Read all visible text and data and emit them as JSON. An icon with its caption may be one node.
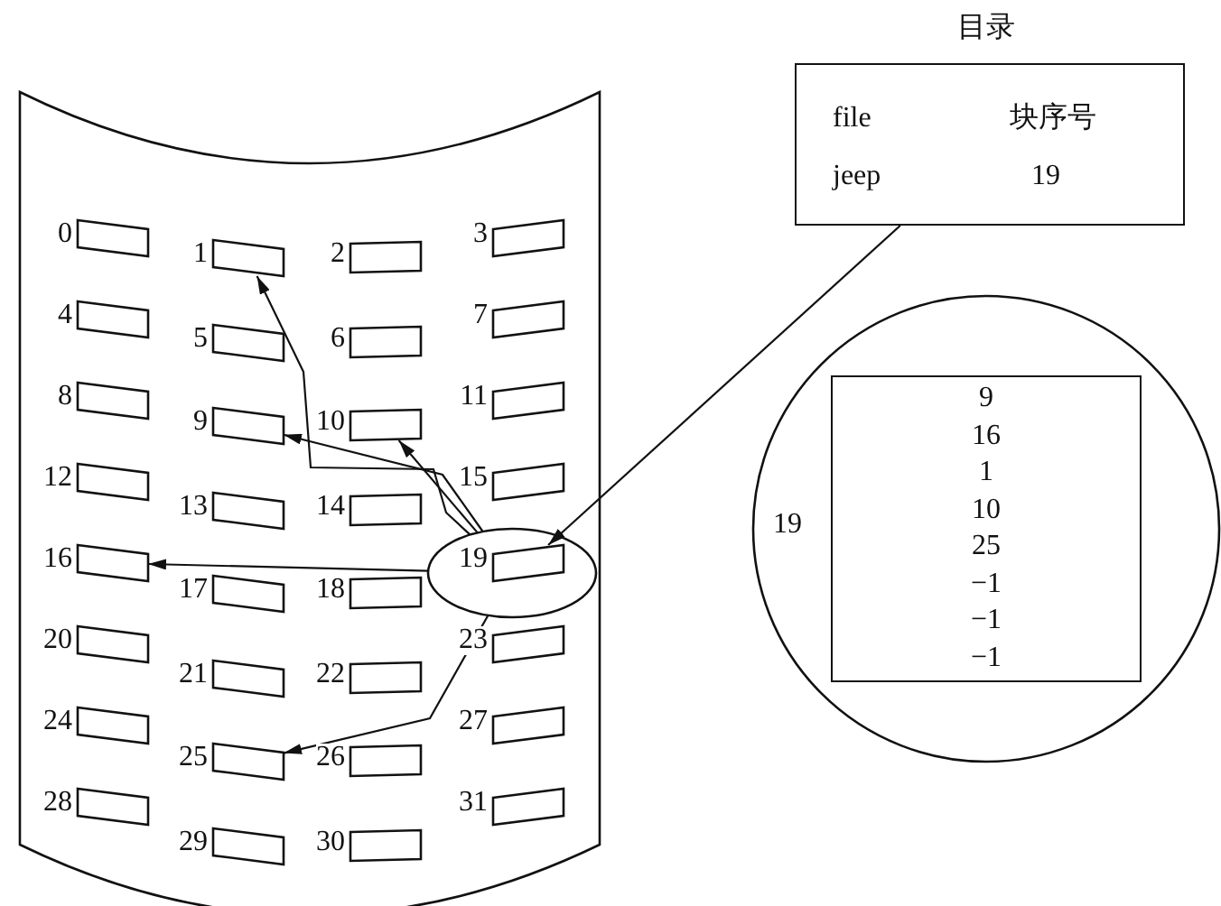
{
  "diagram": {
    "nodes": [
      {
        "text": [],
        "shape": "cylinder"
      },
      {
        "text": [],
        "shape": "circle",
        "in": 0
      },
      {
        "text": [],
        "shape": "box",
        "in": 0,
        "beside": [
          "0"
        ]
      },
      {
        "text": [],
        "shape": "box",
        "in": 0,
        "beside": [
          "1"
        ]
      },
      {
        "text": [],
        "shape": "box",
        "in": 0,
        "beside": [
          "2"
        ]
      },
      {
        "text": [],
        "shape": "box",
        "in": 0,
        "beside": [
          "3"
        ]
      },
      {
        "text": [],
        "shape": "box",
        "in": 0,
        "beside": [
          "4"
        ]
      },
      {
        "text": [],
        "shape": "box",
        "in": 0,
        "beside": [
          "5"
        ]
      },
      {
        "text": [],
        "shape": "box",
        "in": 0,
        "beside": [
          "6"
        ]
      },
      {
        "text": [],
        "shape": "box",
        "in": 0,
        "beside": [
          "7"
        ]
      },
      {
        "text": [],
        "shape": "box",
        "in": 0,
        "beside": [
          "8"
        ]
      },
      {
        "text": [],
        "shape": "box",
        "in": 0,
        "beside": [
          "9"
        ]
      },
      {
        "text": [],
        "shape": "box",
        "in": 0,
        "beside": [
          "10"
        ]
      },
      {
        "text": [],
        "shape": "box",
        "in": 0,
        "beside": [
          "11"
        ]
      },
      {
        "text": [],
        "shape": "box",
        "in": 0,
        "beside": [
          "12"
        ]
      },
      {
        "text": [],
        "shape": "box",
        "in": 0,
        "beside": [
          "13"
        ]
      },
      {
        "text": [],
        "shape": "box",
        "in": 0,
        "beside": [
          "14"
        ]
      },
      {
        "text": [],
        "shape": "box",
        "in": 0,
        "beside": [
          "15"
        ]
      },
      {
        "text": [],
        "shape": "box",
        "in": 0,
        "beside": [
          "16"
        ]
      },
      {
        "text": [],
        "shape": "box",
        "in": 0,
        "beside": [
          "17"
        ]
      },
      {
        "text": [],
        "shape": "box",
        "in": 0,
        "beside": [
          "18"
        ]
      },
      {
        "text": [],
        "shape": "box",
        "in": 1,
        "beside": [
          "19"
        ]
      },
      {
        "text": [],
        "shape": "box",
        "in": 0,
        "beside": [
          "20"
        ]
      },
      {
        "text": [],
        "shape": "box",
        "in": 0,
        "beside": [
          "21"
        ]
      },
      {
        "text": [],
        "shape": "box",
        "in": 0,
        "beside": [
          "22"
        ]
      },
      {
        "text": [],
        "shape": "box",
        "in": 0,
        "beside": [
          "23"
        ]
      },
      {
        "text": [],
        "shape": "box",
        "in": 0,
        "beside": [
          "24"
        ]
      },
      {
        "text": [],
        "shape": "box",
        "in": 0,
        "beside": [
          "25"
        ]
      },
      {
        "text": [],
        "shape": "box",
        "in": 0,
        "beside": [
          "26"
        ]
      },
      {
        "text": [],
        "shape": "box",
        "in": 0,
        "beside": [
          "27"
        ]
      },
      {
        "text": [],
        "shape": "box",
        "in": 0,
        "beside": [
          "28"
        ]
      },
      {
        "text": [],
        "shape": "box",
        "in": 0,
        "beside": [
          "29"
        ]
      },
      {
        "text": [],
        "shape": "box",
        "in": 0,
        "beside": [
          "30"
        ]
      },
      {
        "text": [],
        "shape": "box",
        "in": 0,
        "beside": [
          "31"
        ]
      },
      {
        "text": [
          "目录",
          "file",
          "块序号",
          "jeep",
          "19"
        ]
      },
      {
        "text": [
          "19"
        ]
      },
      {
        "text": [
          "9",
          "16",
          "1",
          "10",
          "25",
          "−1",
          "−1",
          "−1"
        ],
        "in": 35
      }
    ],
    "edges": [
      {
        "from": 1,
        "to": 3,
        "arrow": "to"
      },
      {
        "from": 1,
        "to": 12,
        "arrow": "to"
      },
      {
        "from": 1,
        "to": 11,
        "arrow": "to"
      },
      {
        "from": 1,
        "to": 18,
        "arrow": "to"
      },
      {
        "from": 1,
        "to": 27,
        "arrow": "to"
      },
      {
        "from": 34,
        "to": 21,
        "arrow": "to"
      }
    ]
  }
}
